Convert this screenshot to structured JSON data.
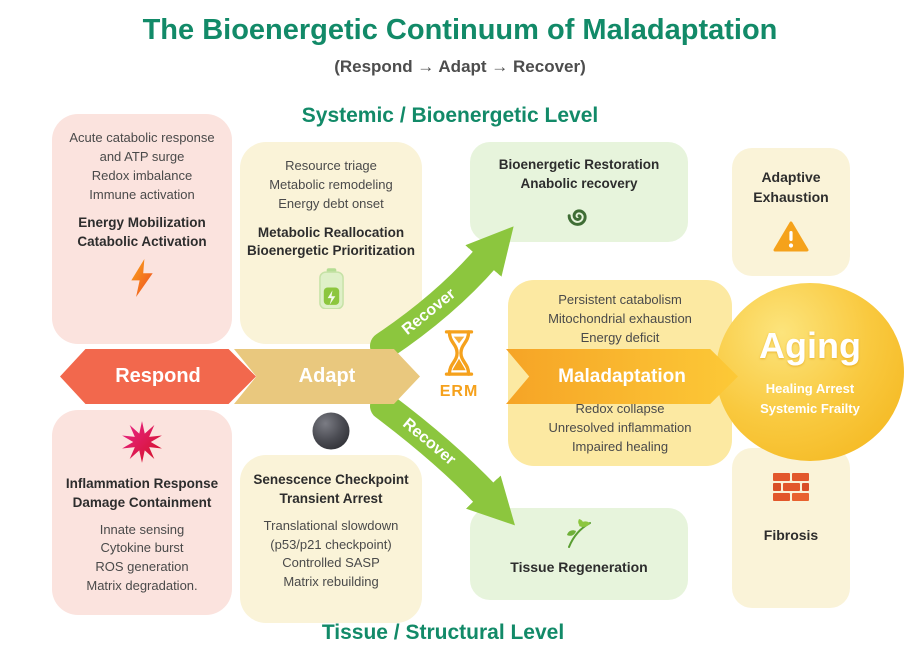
{
  "header": {
    "title": "The Bioenergetic Continuum of Maladaptation",
    "subtitle": "(Respond → Adapt → Recover)"
  },
  "levels": {
    "systemic": "Systemic / Bioenergetic Level",
    "tissue": "Tissue / Structural Level"
  },
  "boxes": {
    "energy_mobilization": {
      "lines": [
        "Acute catabolic response and ATP surge",
        "Redox imbalance",
        "Immune activation"
      ],
      "titles": [
        "Energy Mobilization",
        "Catabolic Activation"
      ],
      "icon": "lightning-icon"
    },
    "metabolic_reallocation": {
      "lines": [
        "Resource triage",
        "Metabolic remodeling",
        "Energy debt onset"
      ],
      "titles": [
        "Metabolic Reallocation",
        "Bioenergetic Prioritization"
      ],
      "icon": "battery-icon"
    },
    "bioenergetic_restoration": {
      "titles": [
        "Bioenergetic Restoration",
        "Anabolic recovery"
      ],
      "icon": "spiral-icon"
    },
    "adaptive_exhaustion": {
      "title": "Adaptive Exhaustion",
      "icon": "warning-icon"
    },
    "maladaptation_panel": {
      "top_lines": [
        "Persistent catabolism",
        "Mitochondrial exhaustion",
        "Energy deficit"
      ],
      "bottom_lines": [
        "Redox collapse",
        "Unresolved inflammation",
        "Impaired healing"
      ]
    },
    "inflammation_response": {
      "titles": [
        "Inflammation Response",
        "Damage Containment"
      ],
      "lines": [
        "Innate sensing",
        "Cytokine burst",
        "ROS generation",
        "Matrix degradation."
      ],
      "icon": "starburst-icon"
    },
    "senescence_checkpoint": {
      "titles": [
        "Senescence Checkpoint",
        "Transient Arrest"
      ],
      "lines": [
        "Translational slowdown",
        "(p53/p21 checkpoint)",
        "Controlled SASP",
        "Matrix rebuilding"
      ],
      "icon": "sphere-icon"
    },
    "tissue_regeneration": {
      "title": "Tissue Regeneration",
      "icon": "leaf-icon"
    },
    "fibrosis": {
      "title": "Fibrosis",
      "icon": "brick-icon"
    }
  },
  "flow": {
    "respond": "Respond",
    "adapt": "Adapt",
    "erm": "ERM",
    "maladaptation": "Maladaptation",
    "recover_up": "Recover",
    "recover_down": "Recover",
    "aging": {
      "title": "Aging",
      "lines": [
        "Healing Arrest",
        "Systemic Frailty"
      ]
    }
  },
  "colors": {
    "teal": "#128a68",
    "pink_box": "#fbe3de",
    "cream_box": "#faf3d8",
    "green_box": "#e7f4dc",
    "yellow_panel": "#fce9a2",
    "respond": "#f2684d",
    "adapt": "#e9c87e",
    "maladaptation_start": "#f6a426",
    "maladaptation_end": "#fcc937",
    "recover_green": "#8cc63e",
    "erm_orange": "#f5a11c",
    "aging_light": "#fce47c",
    "aging_dark": "#f3b318"
  }
}
